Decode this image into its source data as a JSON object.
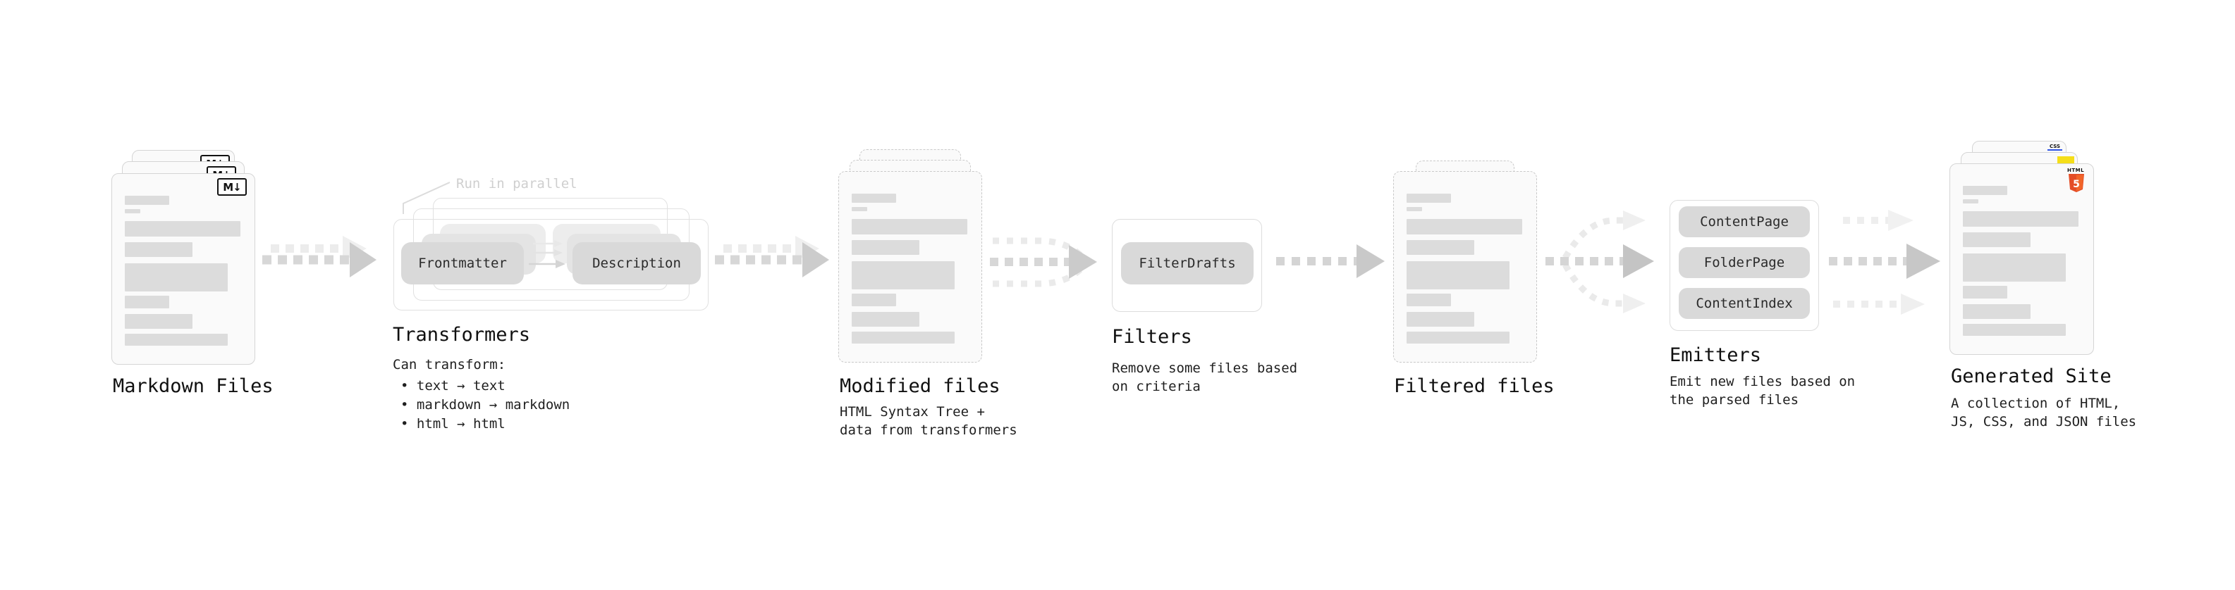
{
  "colors": {
    "html5_orange": "#e44d26",
    "html5_orange_light": "#f16529",
    "js_yellow": "#f5de19",
    "css_blue": "#2d53e5",
    "skeleton_gray": "#dcdcdc",
    "arrow_gray": "#cccccc",
    "text_dark": "#111111",
    "annotation_gray": "#cfcfcf"
  },
  "stages": {
    "markdown_files": {
      "label": "Markdown Files",
      "badge": "M↓"
    },
    "transformers": {
      "label": "Transformers",
      "annotation": "Run in parallel",
      "node_left": "Frontmatter",
      "node_right": "Description",
      "desc_heading": "Can transform:",
      "bullets": [
        "• text → text",
        "• markdown → markdown",
        "• html → html"
      ]
    },
    "modified_files": {
      "label": "Modified files",
      "desc_line1": "HTML Syntax Tree +",
      "desc_line2": "data from transformers"
    },
    "filters": {
      "label": "Filters",
      "node": "FilterDrafts",
      "desc_line1": "Remove some files based",
      "desc_line2": "on criteria"
    },
    "filtered_files": {
      "label": "Filtered files"
    },
    "emitters": {
      "label": "Emitters",
      "nodes": [
        "ContentPage",
        "FolderPage",
        "ContentIndex"
      ],
      "desc_line1": "Emit new files based on",
      "desc_line2": "the parsed files"
    },
    "generated_site": {
      "label": "Generated Site",
      "desc_line1": "A collection of HTML,",
      "desc_line2": "JS, CSS, and JSON files",
      "html_badge_label": "HTML",
      "html_badge_number": "5",
      "css_badge_label": "CSS"
    }
  }
}
